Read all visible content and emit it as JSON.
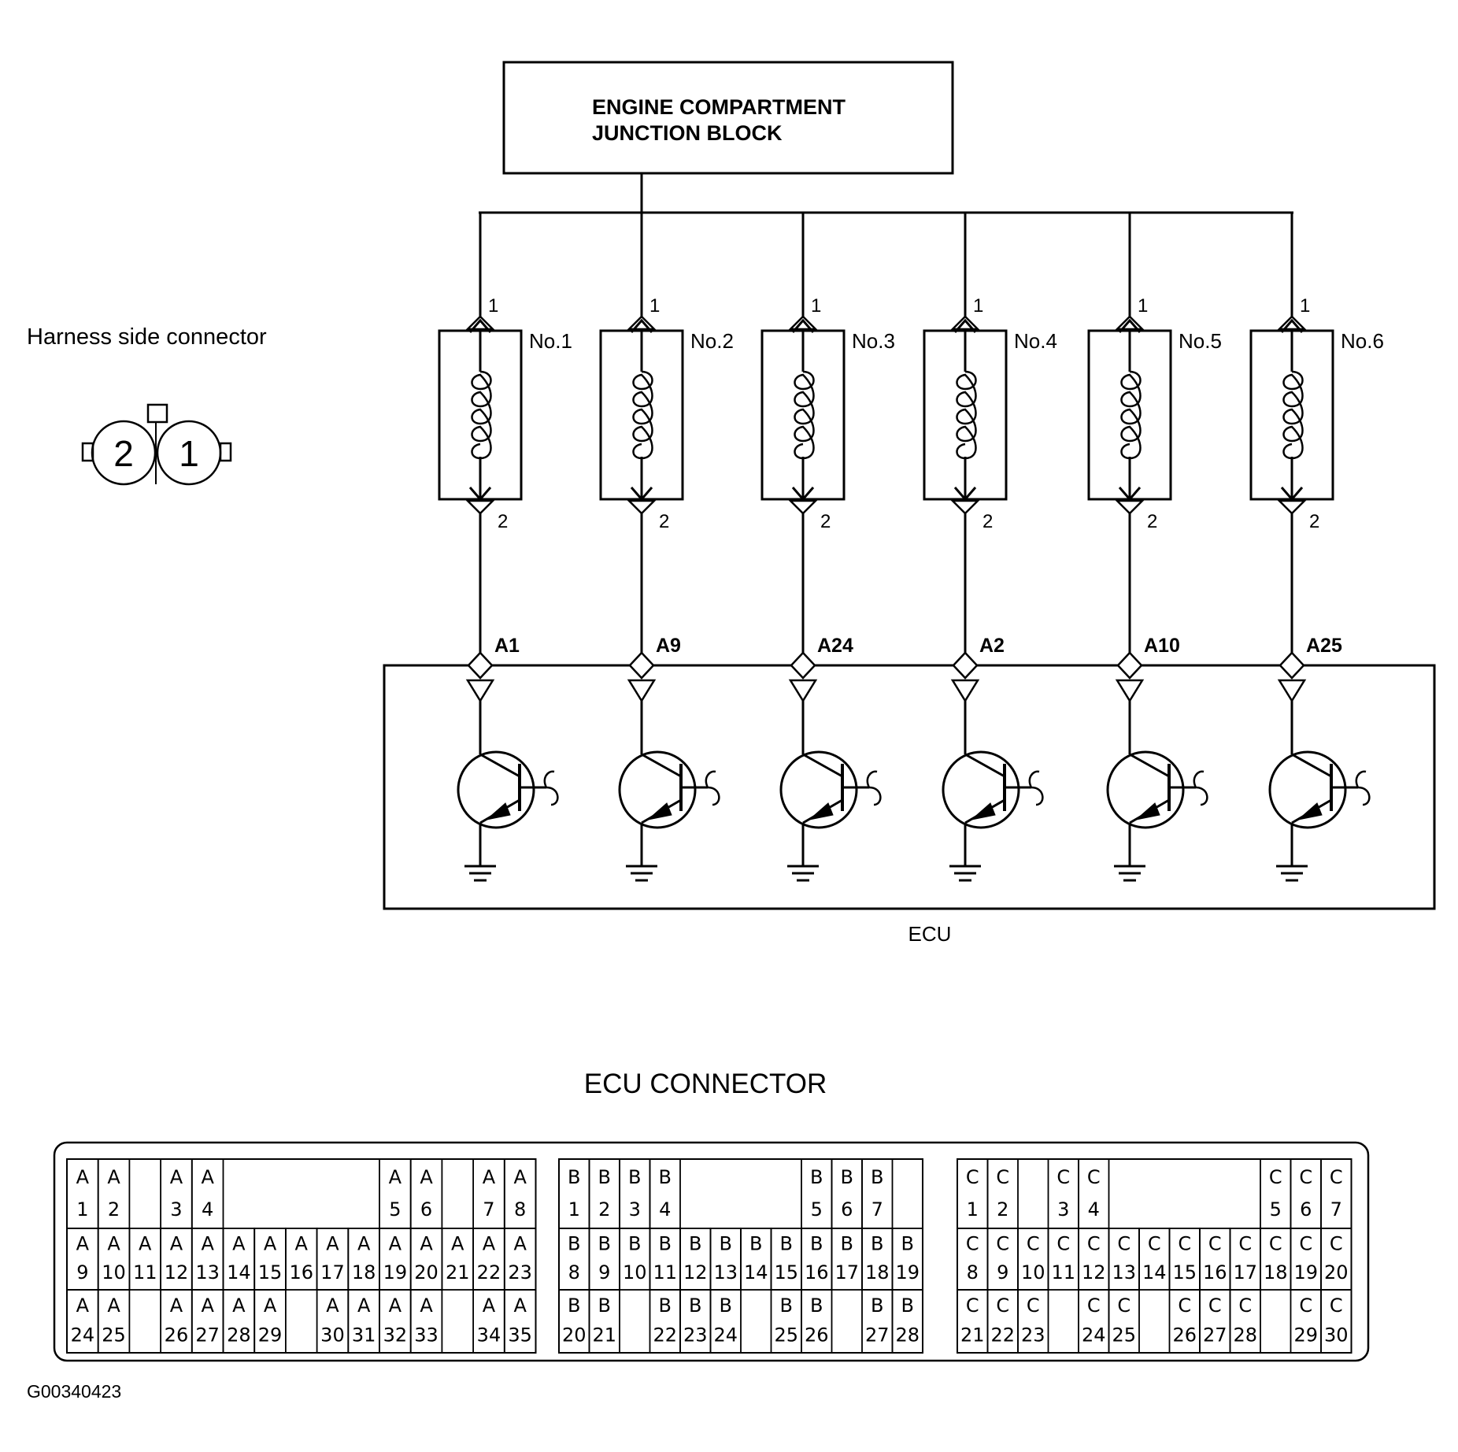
{
  "junction_block": {
    "line1": "ENGINE COMPARTMENT",
    "line2": "JUNCTION BLOCK"
  },
  "harness": {
    "title": "Harness side connector",
    "pin_left": "2",
    "pin_right": "1"
  },
  "ecu": {
    "label": "ECU"
  },
  "injectors": [
    {
      "name": "No.1",
      "pin_top": "1",
      "pin_bottom": "2",
      "ecu_pin": "A1"
    },
    {
      "name": "No.2",
      "pin_top": "1",
      "pin_bottom": "2",
      "ecu_pin": "A9"
    },
    {
      "name": "No.3",
      "pin_top": "1",
      "pin_bottom": "2",
      "ecu_pin": "A24"
    },
    {
      "name": "No.4",
      "pin_top": "1",
      "pin_bottom": "2",
      "ecu_pin": "A2"
    },
    {
      "name": "No.5",
      "pin_top": "1",
      "pin_bottom": "2",
      "ecu_pin": "A10"
    },
    {
      "name": "No.6",
      "pin_top": "1",
      "pin_bottom": "2",
      "ecu_pin": "A25"
    }
  ],
  "connector": {
    "title": "ECU CONNECTOR",
    "A": {
      "letter": "A",
      "row1": [
        "1",
        "2",
        "3",
        "4",
        "5",
        "6",
        "7",
        "8"
      ],
      "row2": [
        "9",
        "10",
        "11",
        "12",
        "13",
        "14",
        "15",
        "16",
        "17",
        "18",
        "19",
        "20",
        "21",
        "22",
        "23"
      ],
      "row3": [
        "24",
        "25",
        "26",
        "27",
        "28",
        "29",
        "30",
        "31",
        "32",
        "33",
        "34",
        "35"
      ]
    },
    "B": {
      "letter": "B",
      "row1": [
        "1",
        "2",
        "3",
        "4",
        "5",
        "6",
        "7"
      ],
      "row2": [
        "8",
        "9",
        "10",
        "11",
        "12",
        "13",
        "14",
        "15",
        "16",
        "17",
        "18",
        "19"
      ],
      "row3": [
        "20",
        "21",
        "22",
        "23",
        "24",
        "25",
        "26",
        "27",
        "28"
      ]
    },
    "C": {
      "letter": "C",
      "row1": [
        "1",
        "2",
        "3",
        "4",
        "5",
        "6",
        "7"
      ],
      "row2": [
        "8",
        "9",
        "10",
        "11",
        "12",
        "13",
        "14",
        "15",
        "16",
        "17",
        "18",
        "19",
        "20"
      ],
      "row3": [
        "21",
        "22",
        "23",
        "24",
        "25",
        "26",
        "27",
        "28",
        "29",
        "30"
      ]
    }
  },
  "figure_id": "G00340423"
}
